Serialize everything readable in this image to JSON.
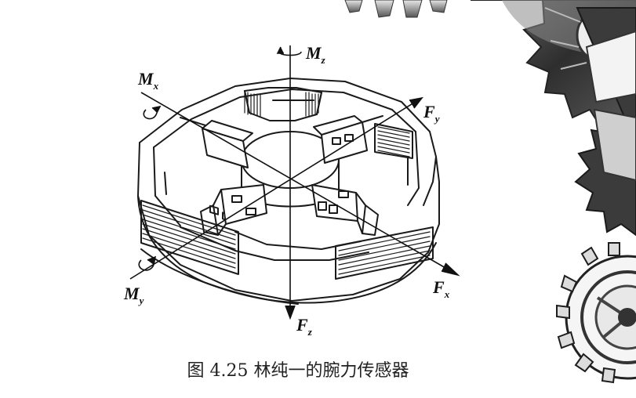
{
  "figure": {
    "caption": "图 4.25 林纯一的腕力传感器",
    "labels": {
      "mz": {
        "main": "M",
        "sub": "z"
      },
      "mx": {
        "main": "M",
        "sub": "x"
      },
      "fy": {
        "main": "F",
        "sub": "y"
      },
      "my": {
        "main": "M",
        "sub": "y"
      },
      "fx": {
        "main": "F",
        "sub": "x"
      },
      "fz": {
        "main": "F",
        "sub": "z"
      }
    }
  },
  "colors": {
    "line": "#1a1a1a",
    "gear_dark": "#2b2b2b",
    "gear_mid": "#555555",
    "gear_light": "#9a9a9a"
  }
}
